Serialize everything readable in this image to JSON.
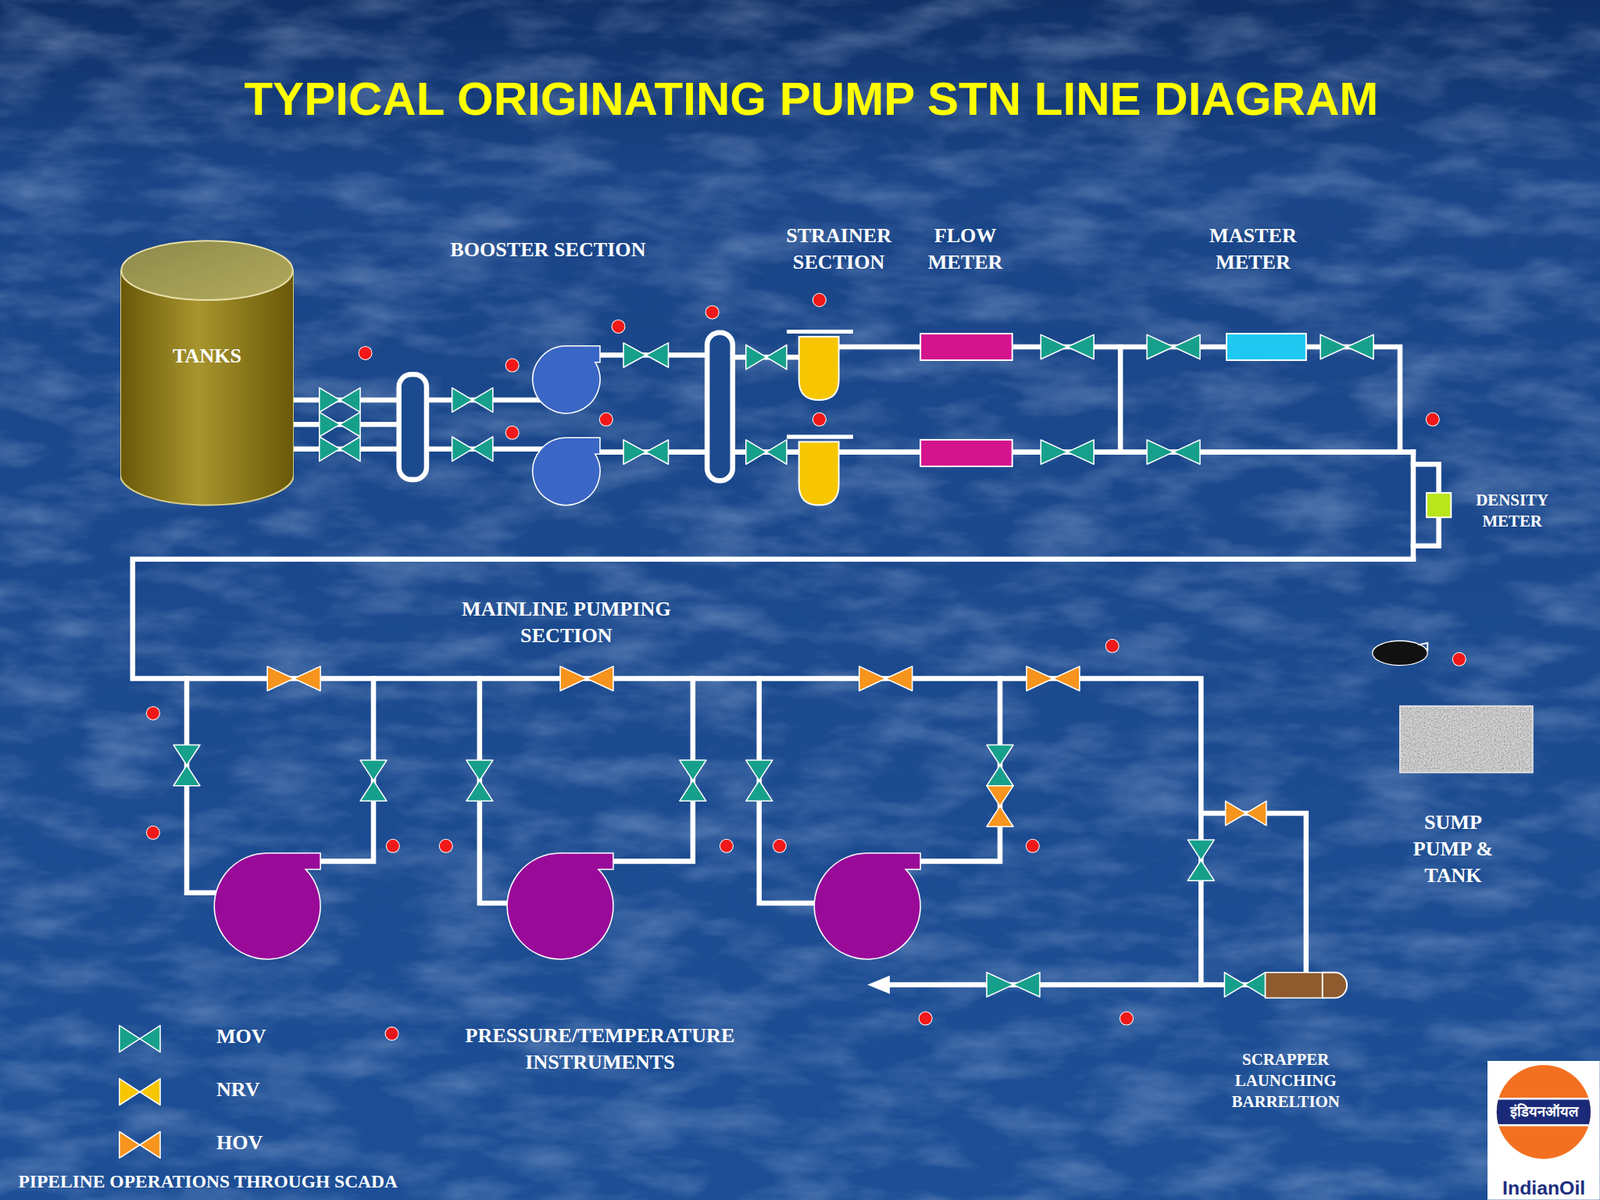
{
  "diagram": {
    "title": "TYPICAL ORIGINATING PUMP STN LINE DIAGRAM",
    "nodes": [
      {
        "text": [
          "TANKS"
        ]
      },
      {
        "text": [
          "इंडियनऑयल",
          "IndianOil"
        ]
      }
    ],
    "labels": [
      "BOOSTER SECTION",
      "STRAINER SECTION",
      "FLOW METER",
      "MASTER METER",
      "DENSITY METER",
      "MAINLINE PUMPING SECTION",
      "SUMP PUMP & TANK",
      "SCRAPPER LAUNCHING BARRELTION",
      "PIPELINE OPERATIONS THROUGH SCADA"
    ],
    "legend": [
      {
        "text": "MOV",
        "color": "#16a08c"
      },
      {
        "text": "NRV",
        "color": "#f7c600"
      },
      {
        "text": "HOV",
        "color": "#f7941d"
      },
      {
        "text": "PRESSURE/TEMPERATURE INSTRUMENTS",
        "color": "#e8141c"
      }
    ]
  }
}
